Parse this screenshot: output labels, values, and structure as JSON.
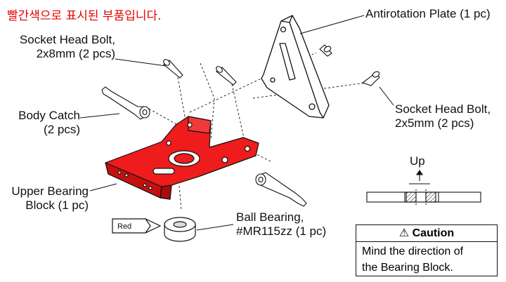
{
  "header": {
    "note": "빨간색으로 표시된 부품입니다."
  },
  "labels": {
    "antirotation_plate": "Antirotation Plate (1 pc)",
    "socket_bolt_2x8_line1": "Socket Head Bolt,",
    "socket_bolt_2x8_line2": "2x8mm (2 pcs)",
    "body_catch_line1": "Body Catch",
    "body_catch_line2": "(2 pcs)",
    "socket_bolt_2x5_line1": "Socket Head Bolt,",
    "socket_bolt_2x5_line2": "2x5mm (2 pcs)",
    "upper_bearing_line1": "Upper Bearing",
    "upper_bearing_line2": "Block (1 pc)",
    "ball_bearing_line1": "Ball Bearing,",
    "ball_bearing_line2": "#MR115zz (1 pc)",
    "up": "Up",
    "tag": "Red"
  },
  "caution": {
    "icon": "warning-triangle-icon",
    "title": "Caution",
    "line1": "Mind the direction of",
    "line2": "the Bearing Block."
  },
  "colors": {
    "highlight": "#e60000",
    "part_red": "#ee1c1c",
    "outline": "#111111"
  }
}
